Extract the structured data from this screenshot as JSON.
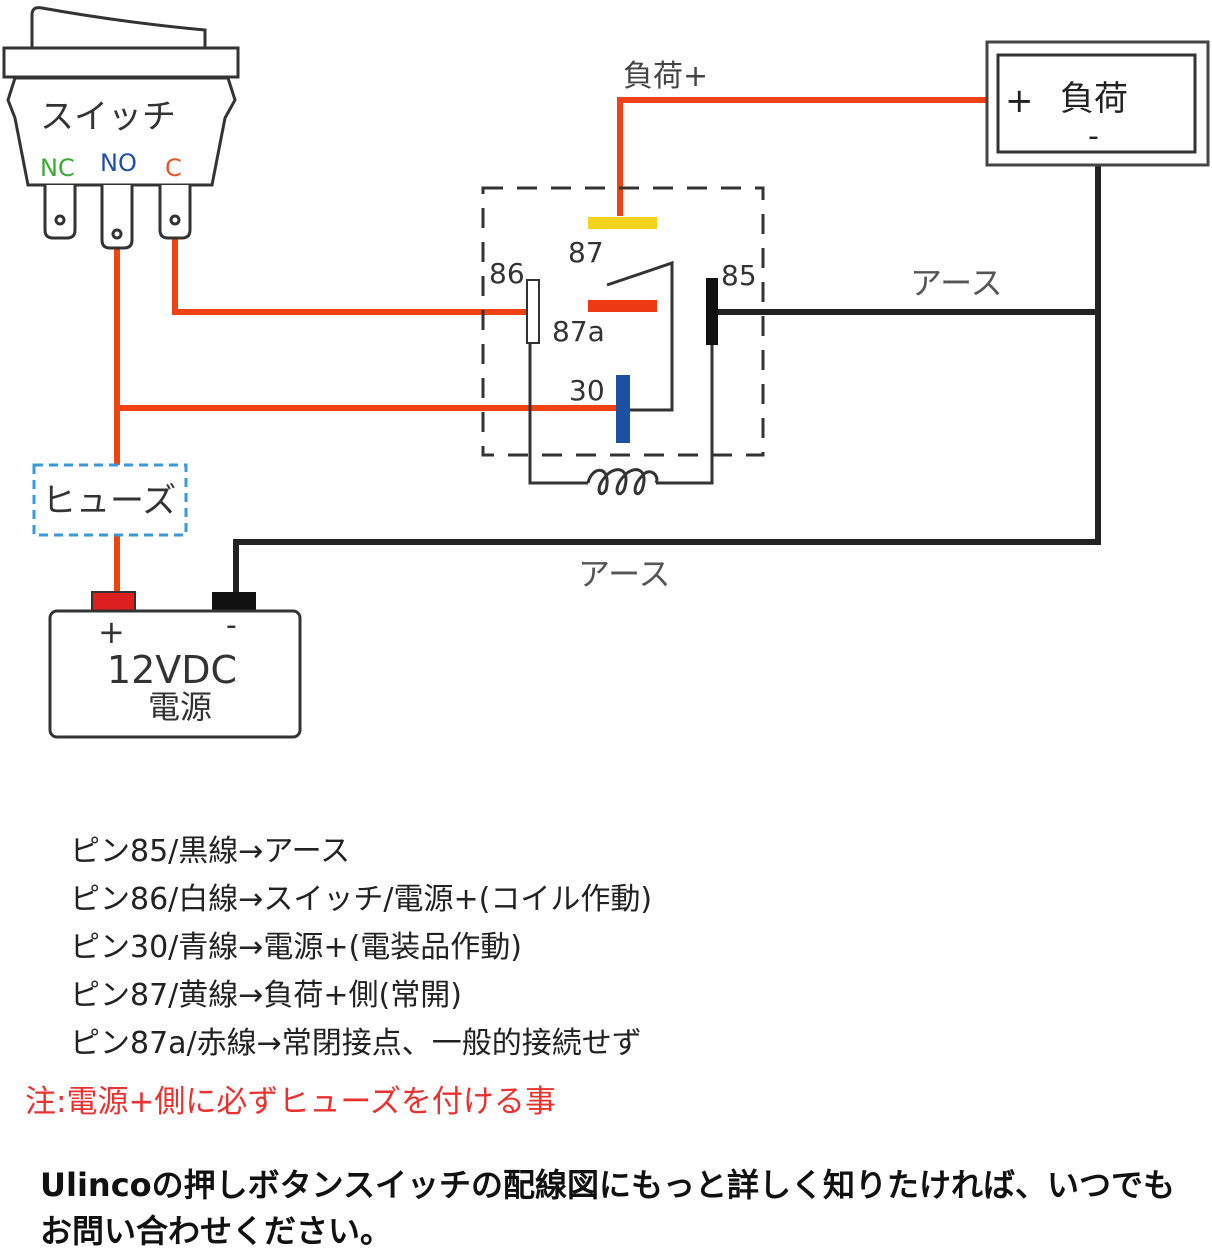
{
  "diagram": {
    "switch": {
      "label": "スイッチ",
      "nc": "NC",
      "no": "NO",
      "c": "C"
    },
    "fuse": {
      "label": "ヒューズ"
    },
    "battery": {
      "plus": "+",
      "minus": "-",
      "voltage": "12VDC",
      "label": "電源"
    },
    "load": {
      "plus": "+",
      "label": "負荷",
      "minus": "-"
    },
    "load_wire_label": "負荷+",
    "relay": {
      "pin87": "87",
      "pin86": "86",
      "pin87a": "87a",
      "pin30": "30",
      "pin85": "85"
    },
    "ground_label_top": "アース",
    "ground_label_bottom": "アース",
    "colors": {
      "wire_red": "#ee4415",
      "wire_black": "#222222",
      "yellow": "#f2d21b",
      "blue": "#1d4fa3",
      "green": "#3aa935",
      "fuse_border": "#3a9ad9",
      "red_terminal": "#dd1f1f"
    }
  },
  "notes": [
    "ピン85/黒線→アース",
    "ピン86/白線→スイッチ/電源+(コイル作動)",
    "ピン30/青線→電源+(電装品作動)",
    "ピン87/黄線→負荷+側(常開)",
    "ピン87a/赤線→常閉接点、一般的接続せず"
  ],
  "warning": "注:電源+側に必ずヒューズを付ける事",
  "footer": "Ulincoの押しボタンスイッチの配線図にもっと詳しく知りたければ、いつでもお問い合わせください。"
}
